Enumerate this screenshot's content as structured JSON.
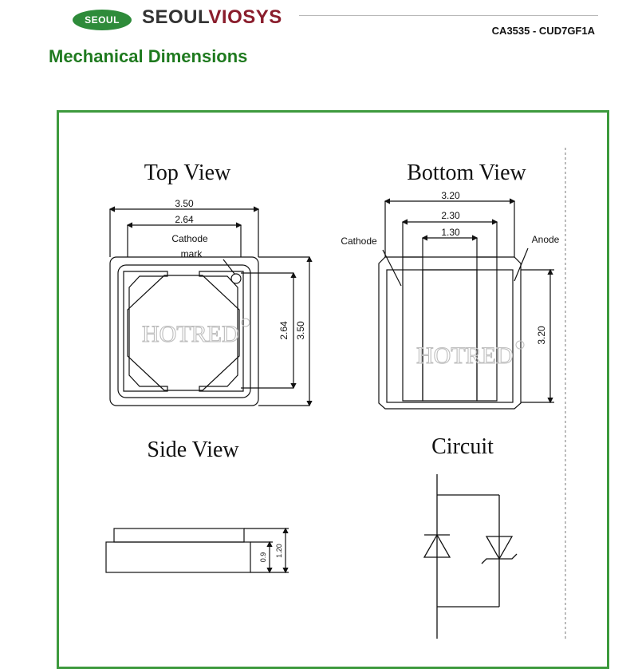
{
  "header": {
    "logo_badge": "SEOUL",
    "logo_text_a": "SEOUL",
    "logo_text_b": "VIOSYS",
    "part_number": "CA3535 - CUD7GF1A",
    "logo_accent": "#8a1d2c",
    "brand_green": "#2e8b3a"
  },
  "page_title": "Mechanical Dimensions",
  "views": {
    "top": {
      "title": "Top View",
      "dim_width_outer": "3.50",
      "dim_width_inner": "2.64",
      "dim_height_inner": "2.64",
      "dim_height_outer": "3.50",
      "cathode_label_1": "Cathode",
      "cathode_label_2": "mark"
    },
    "bottom": {
      "title": "Bottom View",
      "dim_width_outer": "3.20",
      "dim_width_mid": "2.30",
      "dim_width_inner": "1.30",
      "dim_height": "3.20",
      "cathode_label": "Cathode",
      "anode_label": "Anode"
    },
    "side": {
      "title": "Side View",
      "dim_body": "0.9",
      "dim_total": "1.20"
    },
    "circuit": {
      "title": "Circuit"
    }
  },
  "watermark": "HOTRED"
}
